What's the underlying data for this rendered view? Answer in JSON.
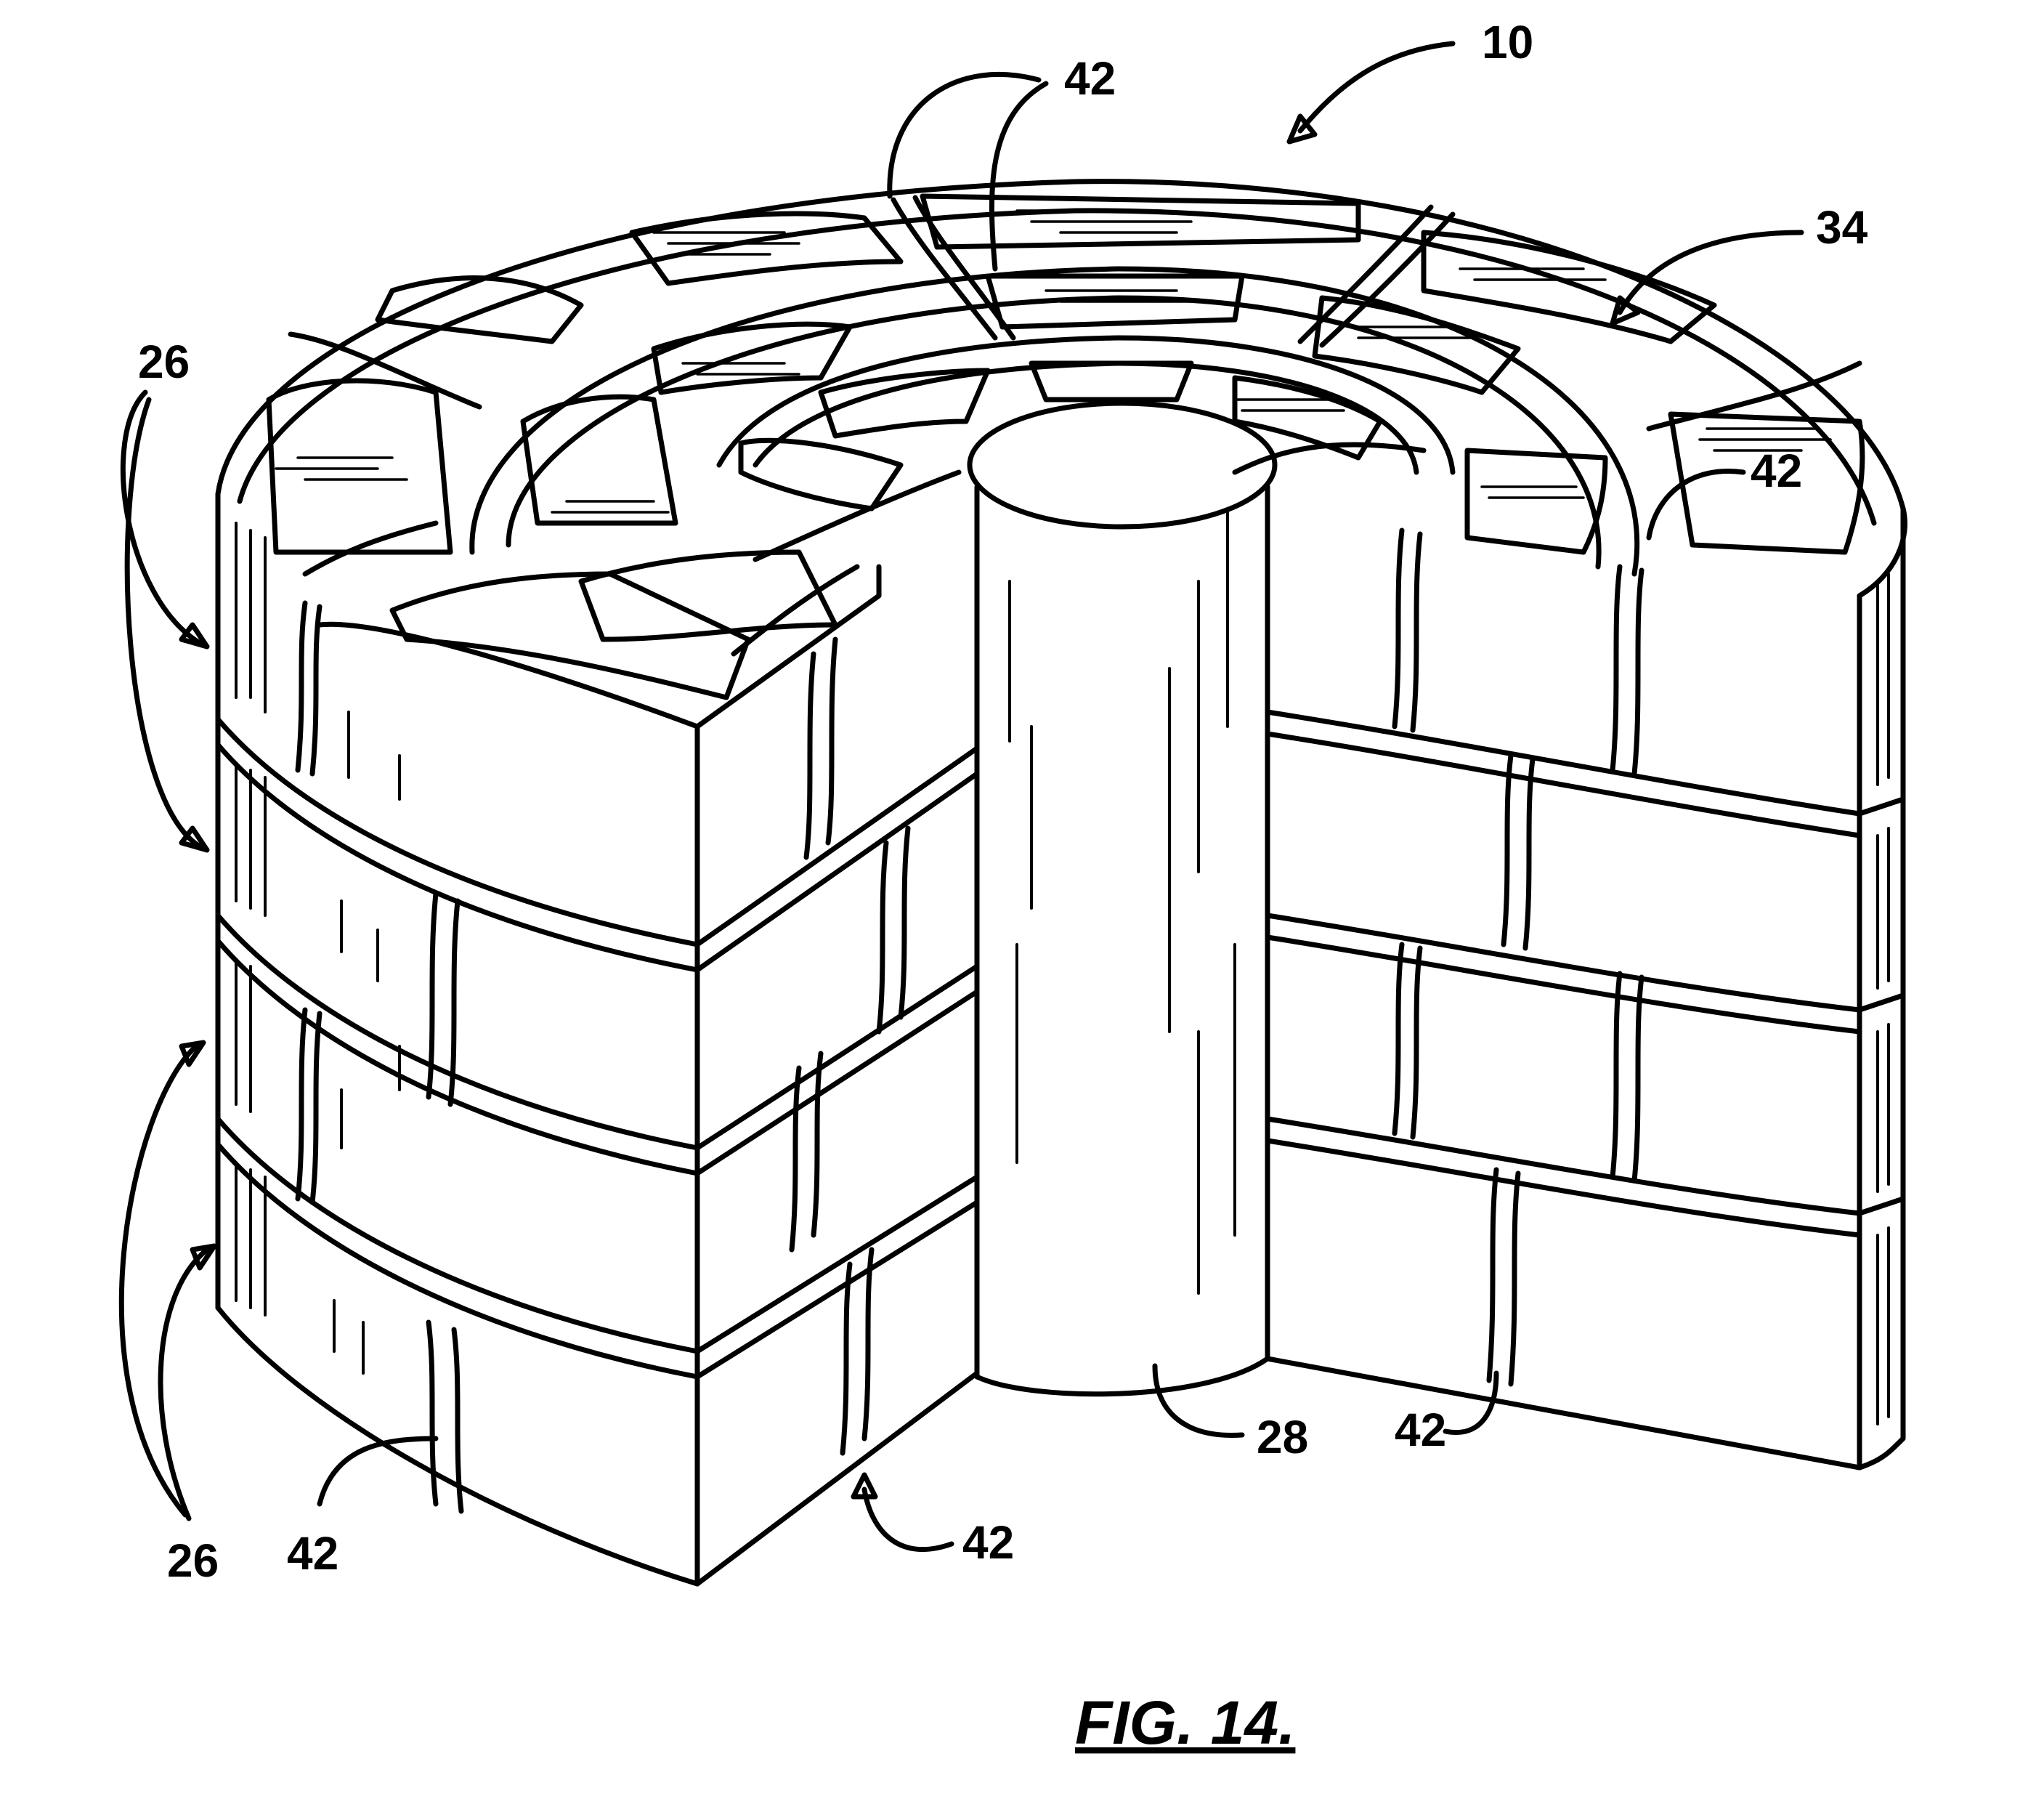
{
  "figure": {
    "caption": "FIG. 14.",
    "labels": {
      "assembly": "10",
      "top_surface": "34",
      "center_post": "28",
      "courses_upper": "26",
      "courses_lower": "26",
      "joint_top": "42",
      "joint_right": "42",
      "joint_bottom_left": "42",
      "joint_bottom_mid": "42",
      "joint_bottom_right": "42"
    }
  }
}
